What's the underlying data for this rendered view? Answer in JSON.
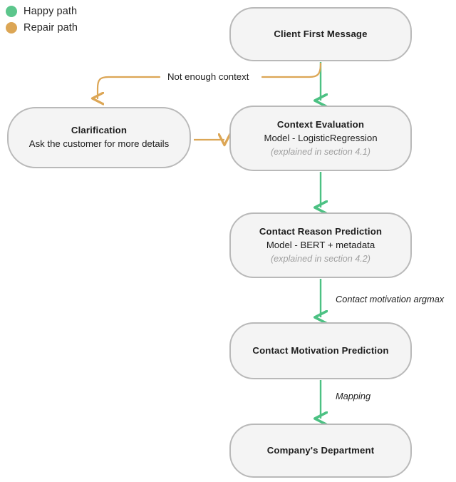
{
  "legend": {
    "items": [
      {
        "label": "Happy path",
        "color": "#5cc68c",
        "icon": "circle-icon"
      },
      {
        "label": "Repair path",
        "color": "#dca655",
        "icon": "circle-icon"
      }
    ]
  },
  "nodes": {
    "client": {
      "title": "Client First Message"
    },
    "clarification": {
      "title": "Clarification",
      "subtitle": "Ask the customer for more details"
    },
    "context": {
      "title": "Context Evaluation",
      "subtitle": "Model - LogisticRegression",
      "note": "(explained in section 4.1)"
    },
    "reason": {
      "title": "Contact Reason Prediction",
      "subtitle": "Model - BERT + metadata",
      "note": "(explained in section 4.2)"
    },
    "motivation": {
      "title": "Contact Motivation Prediction"
    },
    "department": {
      "title": "Company's Department"
    }
  },
  "edges": {
    "not_enough_context": "Not enough context",
    "contact_motivation_argmax": "Contact motivation argmax",
    "mapping": "Mapping"
  },
  "colors": {
    "happy_path": "#5cc68c",
    "repair_path": "#dca655",
    "node_fill": "#f4f4f4",
    "node_border": "#b9b9b9",
    "text": "#1d1d1d",
    "note_text": "#a0a0a0",
    "background": "#ffffff"
  }
}
